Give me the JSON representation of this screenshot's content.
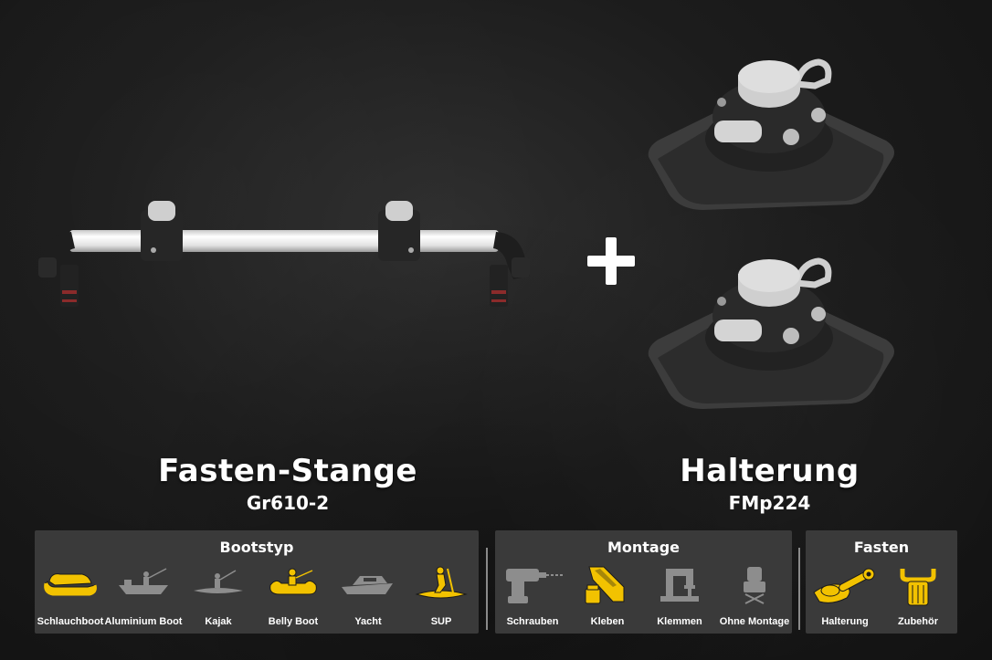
{
  "products": {
    "left": {
      "name": "Fasten-Stange",
      "code": "Gr610-2"
    },
    "right": {
      "name": "Halterung",
      "code": "FMp224"
    }
  },
  "panels": {
    "boat": {
      "title": "Bootstyp",
      "items": [
        {
          "label": "Schlauchboot",
          "icon": "inflatable-boat-icon",
          "active": true
        },
        {
          "label": "Aluminium Boot",
          "icon": "aluminium-boat-icon",
          "active": false
        },
        {
          "label": "Kajak",
          "icon": "kayak-icon",
          "active": false
        },
        {
          "label": "Belly Boot",
          "icon": "belly-boat-icon",
          "active": true
        },
        {
          "label": "Yacht",
          "icon": "yacht-icon",
          "active": false
        },
        {
          "label": "SUP",
          "icon": "sup-icon",
          "active": true
        }
      ]
    },
    "mount": {
      "title": "Montage",
      "items": [
        {
          "label": "Schrauben",
          "icon": "drill-icon",
          "active": false
        },
        {
          "label": "Kleben",
          "icon": "glue-icon",
          "active": true
        },
        {
          "label": "Klemmen",
          "icon": "clamp-icon",
          "active": false
        },
        {
          "label": "Ohne Montage",
          "icon": "no-mount-icon",
          "active": false
        }
      ]
    },
    "fasten": {
      "title": "Fasten",
      "items": [
        {
          "label": "Halterung",
          "icon": "mount-icon",
          "active": true
        },
        {
          "label": "Zubehör",
          "icon": "accessory-icon",
          "active": true
        }
      ]
    }
  },
  "colors": {
    "accent": "#f2c200",
    "inactive": "#8d8d8d",
    "panel": "#3a3a3a"
  }
}
